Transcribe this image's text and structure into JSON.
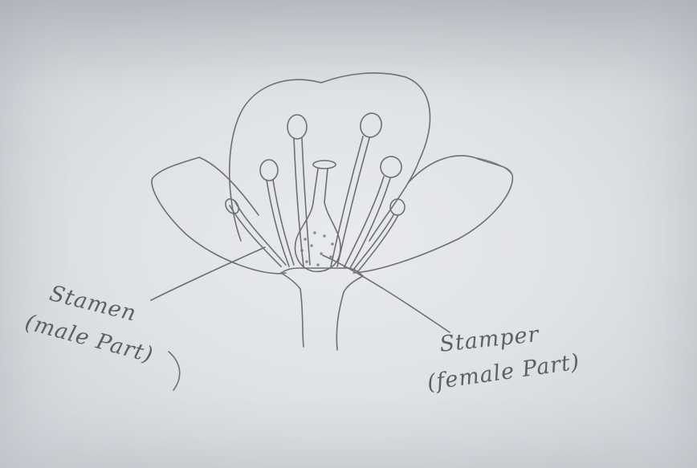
{
  "labels": {
    "stamen_title": "Stamen",
    "stamen_subtitle": "(male Part)",
    "stamper_title": "Stamper",
    "stamper_subtitle": "(female Part)"
  },
  "colors": {
    "pencil": "#6e6f73",
    "paper": "#e3e5e8"
  }
}
